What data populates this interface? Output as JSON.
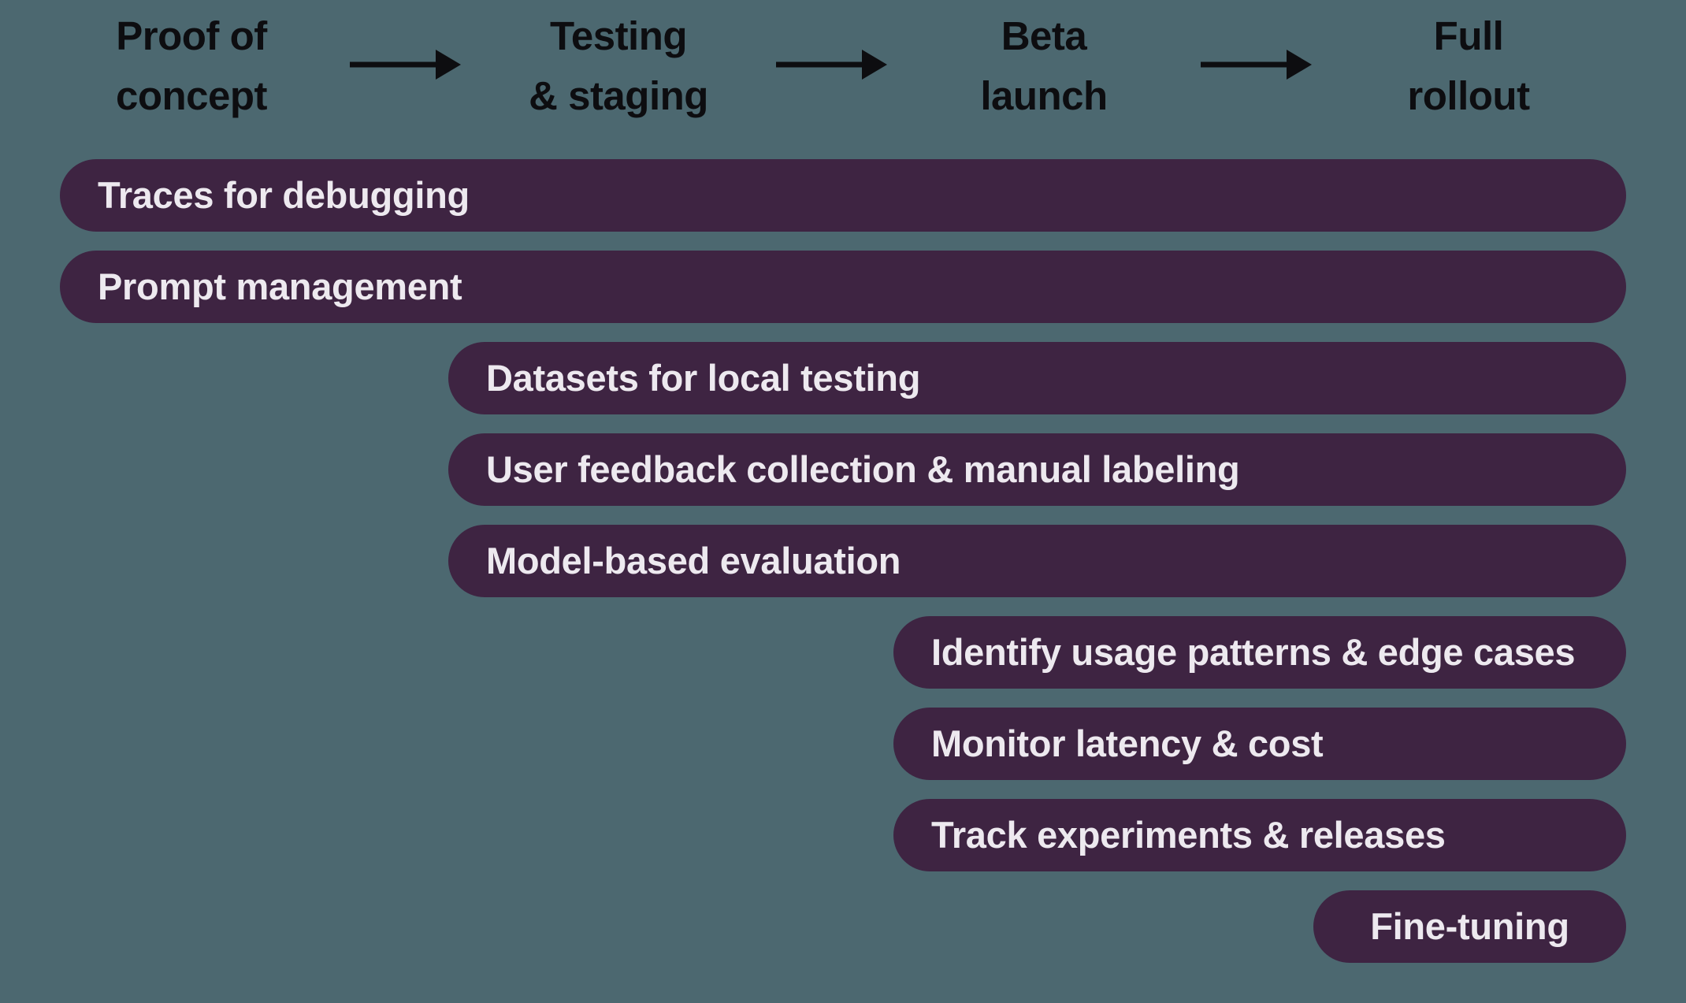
{
  "stages": [
    {
      "label": "Proof of\nconcept"
    },
    {
      "label": "Testing\n& staging"
    },
    {
      "label": "Beta\nlaunch"
    },
    {
      "label": "Full\nrollout"
    }
  ],
  "icons": {
    "stage_arrow": "arrow-right-icon"
  },
  "bars": [
    {
      "label": "Traces for debugging",
      "starts_at_stage": "Proof of concept",
      "ends_at_stage": "Full rollout"
    },
    {
      "label": "Prompt management",
      "starts_at_stage": "Proof of concept",
      "ends_at_stage": "Full rollout"
    },
    {
      "label": "Datasets for local testing",
      "starts_at_stage": "Testing & staging",
      "ends_at_stage": "Full rollout"
    },
    {
      "label": "User feedback collection & manual labeling",
      "starts_at_stage": "Testing & staging",
      "ends_at_stage": "Full rollout"
    },
    {
      "label": "Model-based evaluation",
      "starts_at_stage": "Testing & staging",
      "ends_at_stage": "Full rollout"
    },
    {
      "label": "Identify usage patterns & edge cases",
      "starts_at_stage": "Beta launch",
      "ends_at_stage": "Full rollout"
    },
    {
      "label": "Monitor latency & cost",
      "starts_at_stage": "Beta launch",
      "ends_at_stage": "Full rollout"
    },
    {
      "label": "Track experiments & releases",
      "starts_at_stage": "Beta launch",
      "ends_at_stage": "Full rollout"
    },
    {
      "label": "Fine-tuning",
      "starts_at_stage": "Full rollout",
      "ends_at_stage": "Full rollout"
    }
  ],
  "colors": {
    "background": "#4C6870",
    "bar_fill": "#3E2442",
    "bar_text": "#EDE9EF",
    "heading_text": "#0D0D10",
    "arrow": "#0D0D10"
  }
}
